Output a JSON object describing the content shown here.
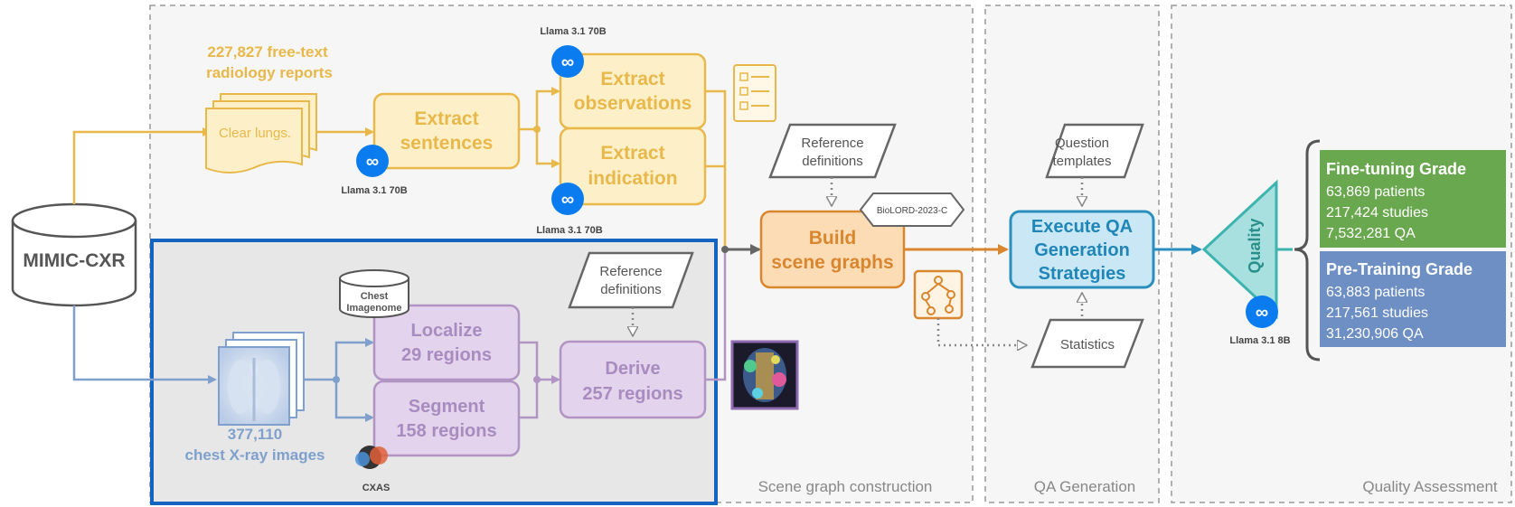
{
  "source": {
    "db_name": "MIMIC-CXR"
  },
  "text_branch": {
    "reports_line1": "227,827 free-text",
    "reports_line2": "radiology reports",
    "report_sample": "Clear lungs.",
    "extract_sentences_line1": "Extract",
    "extract_sentences_line2": "sentences",
    "extract_obs_line1": "Extract",
    "extract_obs_line2": "observations",
    "extract_ind_line1": "Extract",
    "extract_ind_line2": "indication",
    "llm_top": "Llama 3.1 70B",
    "llm_left": "Llama 3.1 70B",
    "llm_bottom": "Llama 3.1 70B"
  },
  "image_branch": {
    "images_line1": "377,110",
    "images_line2": "chest X-ray images",
    "db_line1": "Chest",
    "db_line2": "Imagenome",
    "localize_line1": "Localize",
    "localize_line2": "29 regions",
    "segment_line1": "Segment",
    "segment_line2": "158 regions",
    "derive_line1": "Derive",
    "derive_line2": "257 regions",
    "ref_line1": "Reference",
    "ref_line2": "definitions",
    "cxas_label": "CXAS"
  },
  "scene_graph": {
    "ref_line1": "Reference",
    "ref_line2": "definitions",
    "biolord": "BioLORD-2023-C",
    "build_line1": "Build",
    "build_line2": "scene graphs",
    "section_label": "Scene graph construction"
  },
  "qa": {
    "templates_line1": "Question",
    "templates_line2": "templates",
    "exec_line1": "Execute QA",
    "exec_line2": "Generation",
    "exec_line3": "Strategies",
    "statistics": "Statistics",
    "section_label": "QA Generation"
  },
  "quality": {
    "filter_label": "Quality",
    "llm": "Llama 3.1 8B",
    "section_label": "Quality Assessment",
    "fine_title": "Fine-tuning Grade",
    "fine_patients": "63,869 patients",
    "fine_studies": "217,424 studies",
    "fine_qa": "7,532,281 QA",
    "pre_title": "Pre-Training Grade",
    "pre_patients": "63,883 patients",
    "pre_studies": "217,561 studies",
    "pre_qa": "31,230,906 QA"
  },
  "colors": {
    "text_branch": "#e8b84a",
    "text_fill": "#fdf0c8",
    "image_branch": "#7fa0cc",
    "purple": "#b194c4",
    "purple_fill": "#e3d3ec",
    "orange": "#d9862f",
    "orange_fill": "#fbdcb5",
    "qa_blue": "#2a8fbf",
    "qa_fill": "#c9e7f5",
    "teal": "#5cc6c0",
    "green": "#6aa84f",
    "steel_blue": "#6d8fc4",
    "highlight_box": "#1565c0",
    "meta_blue": "#0a7cf0"
  }
}
